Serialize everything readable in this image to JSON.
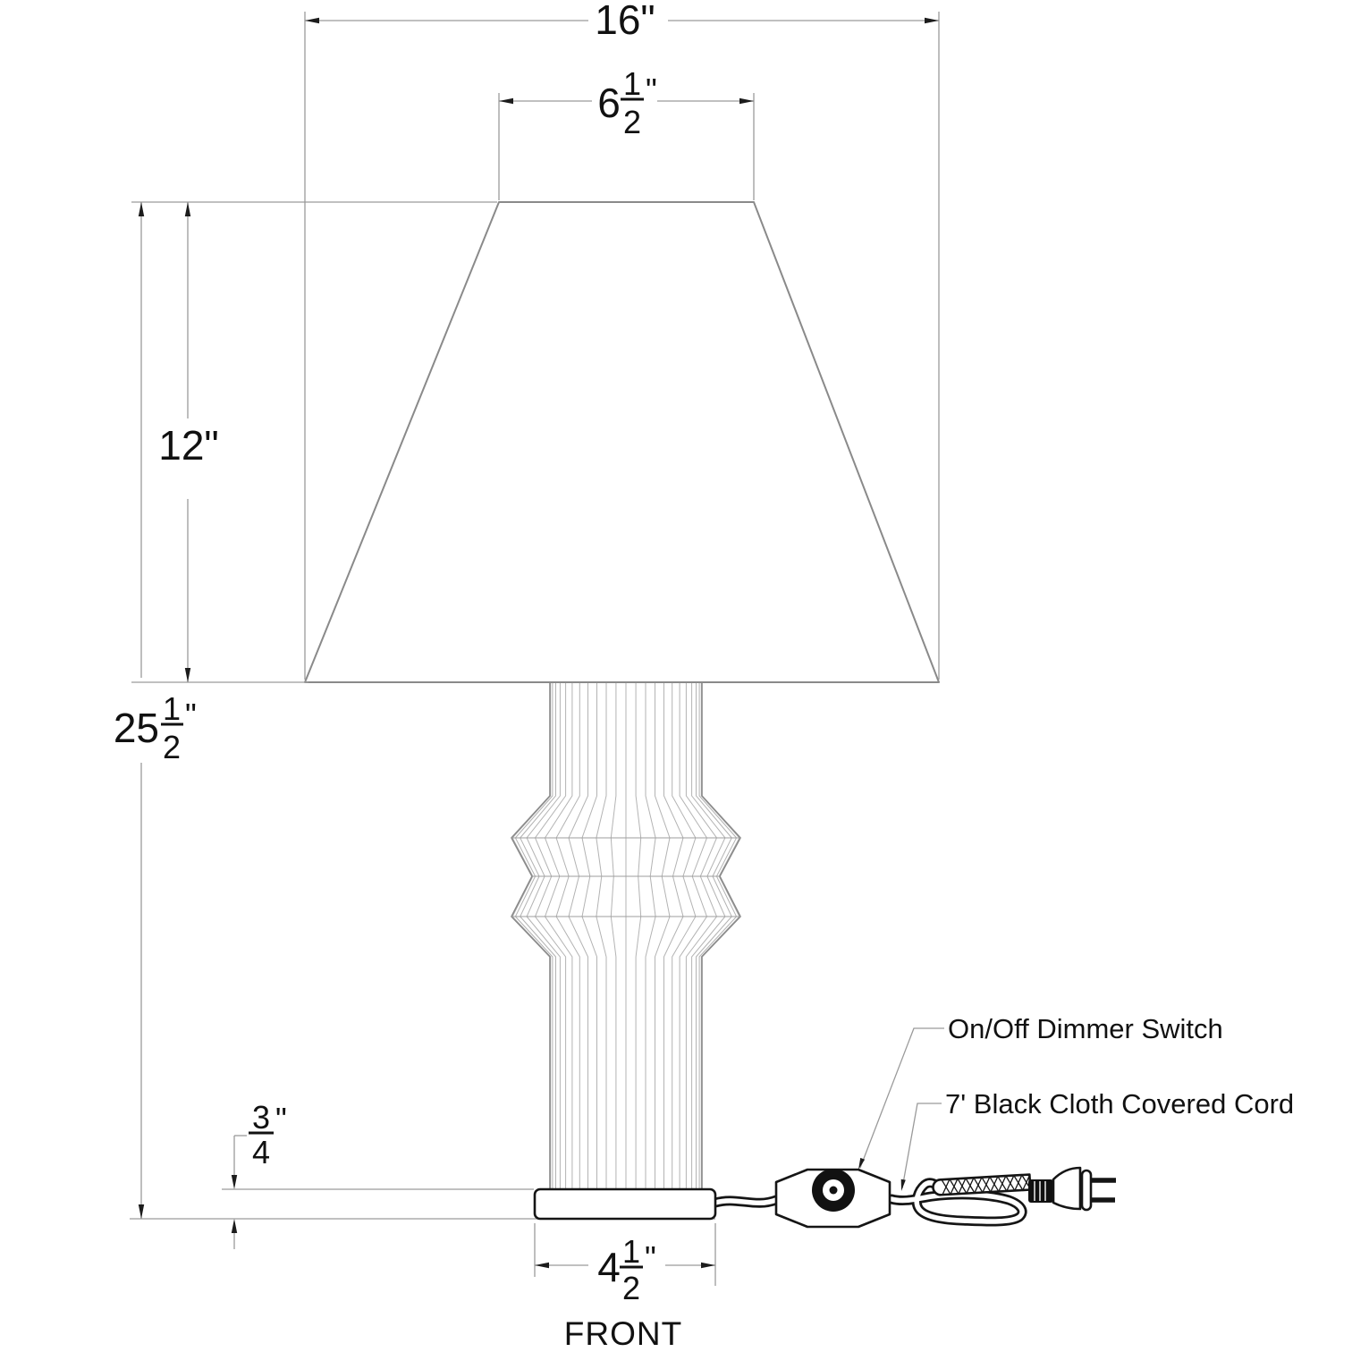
{
  "diagram": {
    "view_label": "FRONT",
    "dimensions": {
      "shade_bottom_width": {
        "label": "16\""
      },
      "shade_top_width": {
        "whole": "6",
        "num": "1",
        "den": "2",
        "unit": "\""
      },
      "shade_height": {
        "label": "12\""
      },
      "overall_height": {
        "whole": "25",
        "num": "1",
        "den": "2",
        "unit": "\""
      },
      "base_height": {
        "num": "3",
        "den": "4",
        "unit": "\""
      },
      "base_width": {
        "whole": "4",
        "num": "1",
        "den": "2",
        "unit": "\""
      }
    },
    "callouts": {
      "dimmer_switch": "On/Off Dimmer Switch",
      "cord": "7' Black Cloth Covered Cord"
    },
    "colors": {
      "background": "#ffffff",
      "dimension_line": "#9a9a9a",
      "drawing_line": "#8a8a8a",
      "rib_line": "#b3b3b3",
      "heavy_line": "#151515",
      "text": "#111111"
    }
  }
}
